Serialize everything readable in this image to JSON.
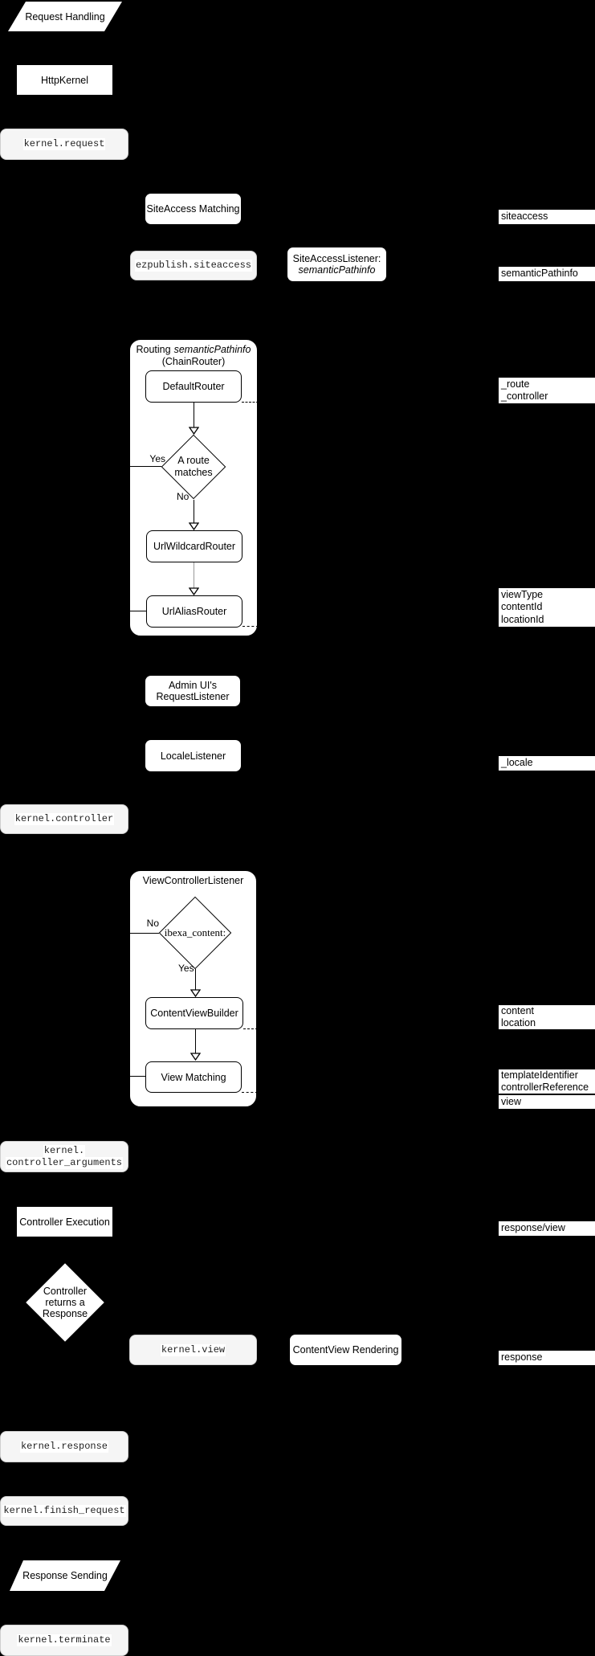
{
  "colors": {
    "background": "#000000",
    "box_fill": "#ffffff",
    "event_fill": "#f5f5f5",
    "event_border": "#cfcfcf",
    "line": "#000000",
    "gray_line": "#999999",
    "text": "#000000"
  },
  "nodes": {
    "request_handling": "Request Handling",
    "http_kernel": "HttpKernel",
    "kernel_request": "kernel.request",
    "siteaccess_matching": "SiteAccess Matching",
    "ezpublish_siteaccess": "ezpublish.siteaccess",
    "siteaccess_listener": {
      "line1": "SiteAccessListener:",
      "line2": "semanticPathinfo"
    },
    "routing": {
      "title_prefix": "Routing",
      "title_italic": "semanticPathinfo",
      "subtitle": "(ChainRouter)",
      "default_router": "DefaultRouter",
      "decision_line1": "A route",
      "decision_line2": "matches",
      "yes": "Yes",
      "no": "No",
      "url_wildcard_router": "UrlWildcardRouter",
      "url_alias_router": "UrlAliasRouter"
    },
    "admin_ui_listener": {
      "line1": "Admin UI's",
      "line2": "RequestListener"
    },
    "locale_listener": "LocaleListener",
    "kernel_controller": "kernel.controller",
    "view_controller_listener": {
      "title": "ViewControllerListener",
      "decision": "ibexa_content:",
      "no": "No",
      "yes": "Yes",
      "content_view_builder": "ContentViewBuilder",
      "view_matching": "View Matching"
    },
    "kernel_controller_arguments": {
      "line1": "kernel.",
      "line2": "controller_arguments"
    },
    "controller_execution": "Controller Execution",
    "controller_returns_response": {
      "line1": "Controller",
      "line2": "returns a",
      "line3": "Response"
    },
    "kernel_view": "kernel.view",
    "contentview_rendering": "ContentView Rendering",
    "kernel_response": "kernel.response",
    "kernel_finish_request": "kernel.finish_request",
    "response_sending": "Response Sending",
    "kernel_terminate": "kernel.terminate"
  },
  "right_labels": [
    {
      "id": "siteaccess",
      "lines": [
        "siteaccess"
      ]
    },
    {
      "id": "semantic-pathinfo",
      "lines": [
        "semanticPathinfo"
      ]
    },
    {
      "id": "route-controller",
      "lines": [
        "_route",
        "_controller"
      ]
    },
    {
      "id": "view-type-content-location",
      "lines": [
        "viewType",
        "contentId",
        "locationId"
      ]
    },
    {
      "id": "locale",
      "lines": [
        "_locale"
      ]
    },
    {
      "id": "content-location",
      "lines": [
        "content",
        "location"
      ]
    },
    {
      "id": "template-controller-ref",
      "lines": [
        "templateIdentifier",
        "controllerReference"
      ]
    },
    {
      "id": "view",
      "lines": [
        "view"
      ]
    },
    {
      "id": "response-view",
      "lines": [
        "response/view"
      ]
    },
    {
      "id": "response",
      "lines": [
        "response"
      ]
    }
  ]
}
